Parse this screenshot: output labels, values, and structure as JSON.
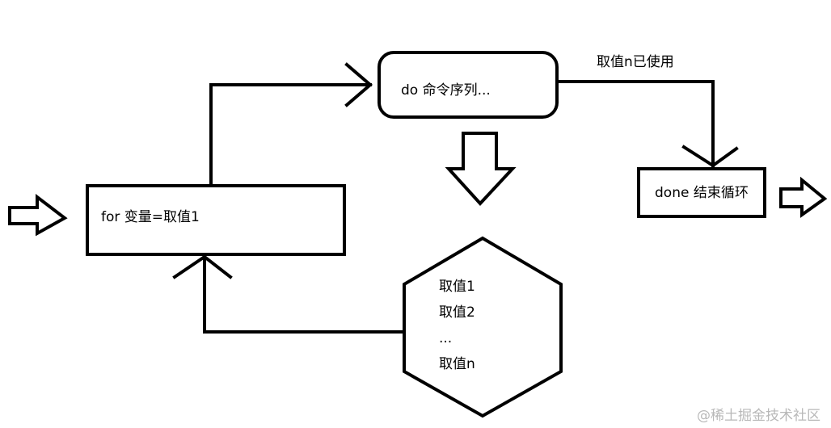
{
  "nodes": {
    "for_box": {
      "text": "for 变量=取值1"
    },
    "do_box": {
      "text": "do 命令序列..."
    },
    "done_box": {
      "text": "done 结束循环"
    },
    "values_hexagon": {
      "lines": [
        "取值1",
        "取值2",
        "...",
        "取值n"
      ]
    }
  },
  "edges": {
    "do_to_done_label": "取值n已使用"
  },
  "watermark": "@稀土掘金技术社区"
}
